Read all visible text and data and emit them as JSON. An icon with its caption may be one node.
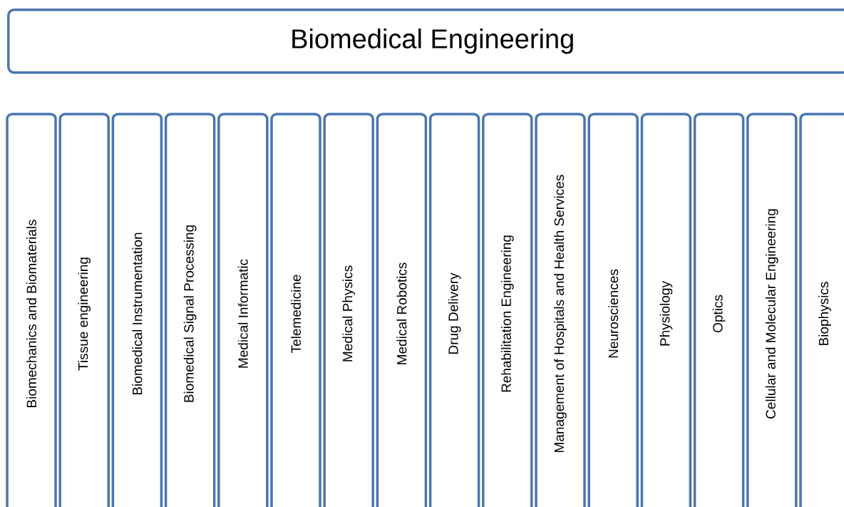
{
  "diagram": {
    "title": "Biomedical Engineering",
    "nodes": [
      {
        "text": [
          "Biomechanics and Biomaterials"
        ]
      },
      {
        "text": [
          "Tissue engineering"
        ]
      },
      {
        "text": [
          "Biomedical Instrumentation"
        ]
      },
      {
        "text": [
          "Biomedical Signal Processing"
        ]
      },
      {
        "text": [
          "Medical Informatic"
        ]
      },
      {
        "text": [
          "Telemedicine"
        ]
      },
      {
        "text": [
          "Medical Physics"
        ]
      },
      {
        "text": [
          "Medical Robotics"
        ]
      },
      {
        "text": [
          "Drug Delivery"
        ]
      },
      {
        "text": [
          "Rehabilitation Engineering"
        ]
      },
      {
        "text": [
          "Management of Hospitals and Health Services"
        ]
      },
      {
        "text": [
          "Neurosciences"
        ]
      },
      {
        "text": [
          "Physiology"
        ]
      },
      {
        "text": [
          "Optics"
        ]
      },
      {
        "text": [
          "Cellular and Molecular Engineering"
        ]
      },
      {
        "text": [
          "Biophysics"
        ]
      }
    ]
  }
}
